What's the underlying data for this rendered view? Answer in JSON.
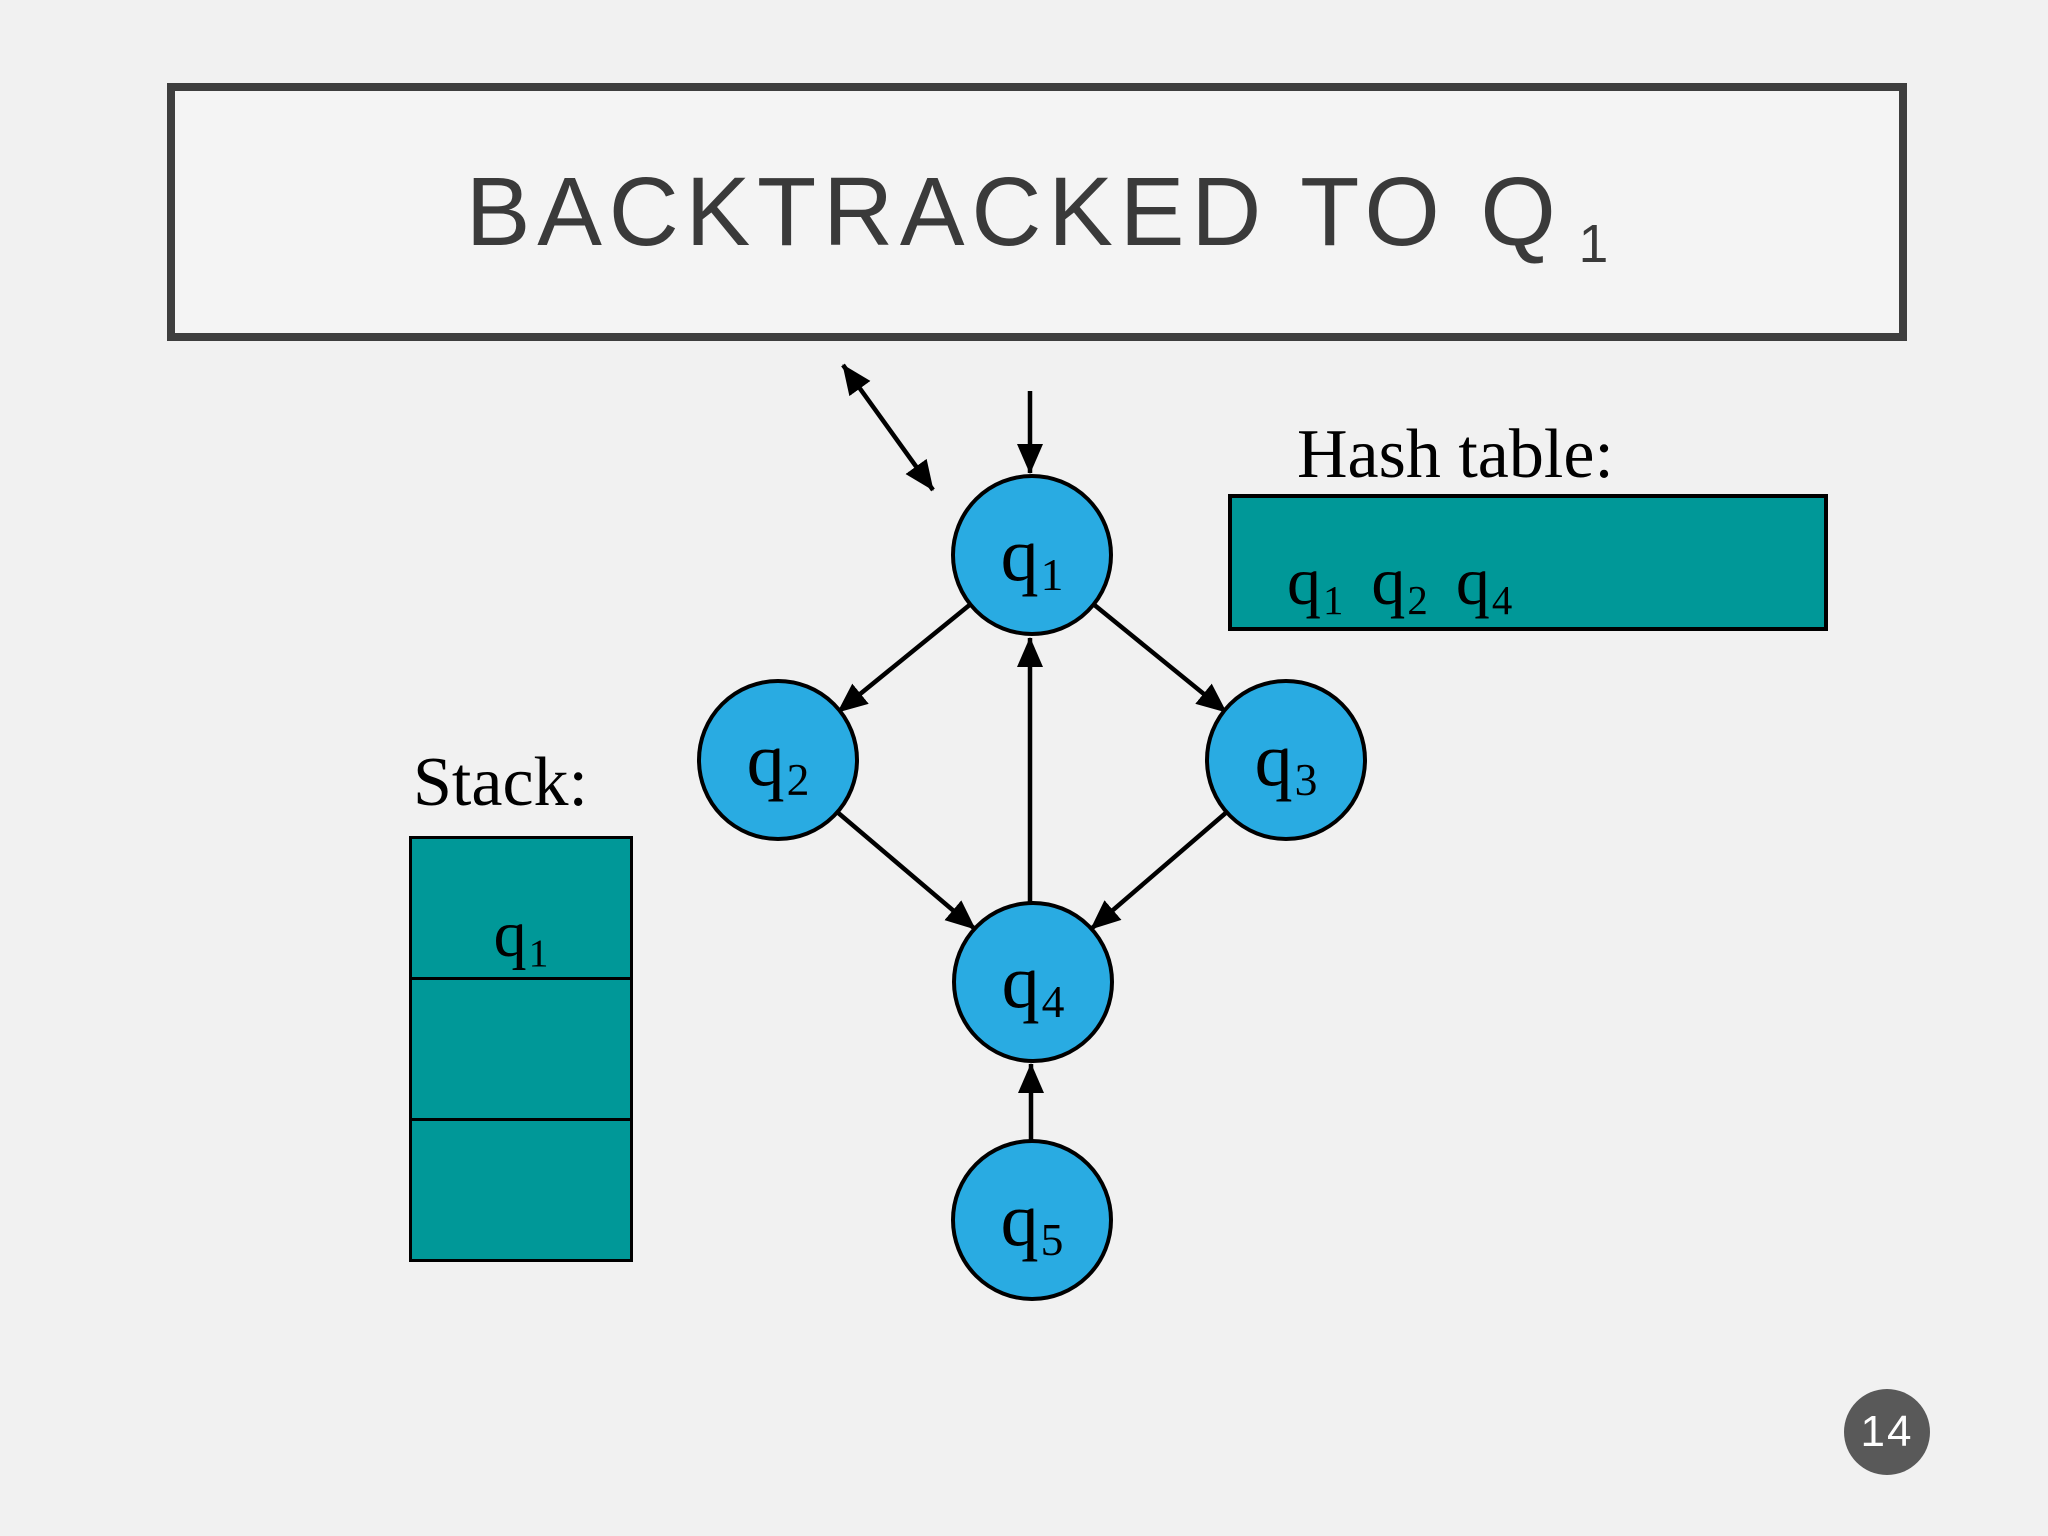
{
  "slide": {
    "background": "#F1F1F1",
    "page_badge": {
      "number": "14",
      "fill": "#595959",
      "text_color": "#FFFFFF"
    }
  },
  "title": {
    "text": "BACKTRACKED TO Q",
    "subscript": "1",
    "color": "#3A3A3A"
  },
  "hash_table": {
    "label": "Hash table:",
    "fill": "#009898",
    "items": [
      {
        "base": "q",
        "sub": "1"
      },
      {
        "base": "q",
        "sub": "2"
      },
      {
        "base": "q",
        "sub": "4"
      }
    ]
  },
  "stack": {
    "label": "Stack:",
    "fill": "#009898",
    "cells": [
      {
        "base": "q",
        "sub": "1"
      },
      {
        "base": "",
        "sub": ""
      },
      {
        "base": "",
        "sub": ""
      }
    ]
  },
  "graph": {
    "node_fill": "#29ABE2",
    "nodes": [
      {
        "id": "q1",
        "base": "q",
        "sub": "1"
      },
      {
        "id": "q2",
        "base": "q",
        "sub": "2"
      },
      {
        "id": "q3",
        "base": "q",
        "sub": "3"
      },
      {
        "id": "q4",
        "base": "q",
        "sub": "4"
      },
      {
        "id": "q5",
        "base": "q",
        "sub": "5"
      }
    ],
    "edges": [
      {
        "from": "start",
        "to": "q1",
        "type": "directed"
      },
      {
        "from": "title",
        "to": "q1",
        "type": "bidirectional"
      },
      {
        "from": "q1",
        "to": "q2",
        "type": "directed"
      },
      {
        "from": "q1",
        "to": "q3",
        "type": "directed"
      },
      {
        "from": "q2",
        "to": "q4",
        "type": "directed"
      },
      {
        "from": "q3",
        "to": "q4",
        "type": "directed"
      },
      {
        "from": "q4",
        "to": "q1",
        "type": "directed"
      },
      {
        "from": "q5",
        "to": "q4",
        "type": "directed"
      }
    ]
  }
}
